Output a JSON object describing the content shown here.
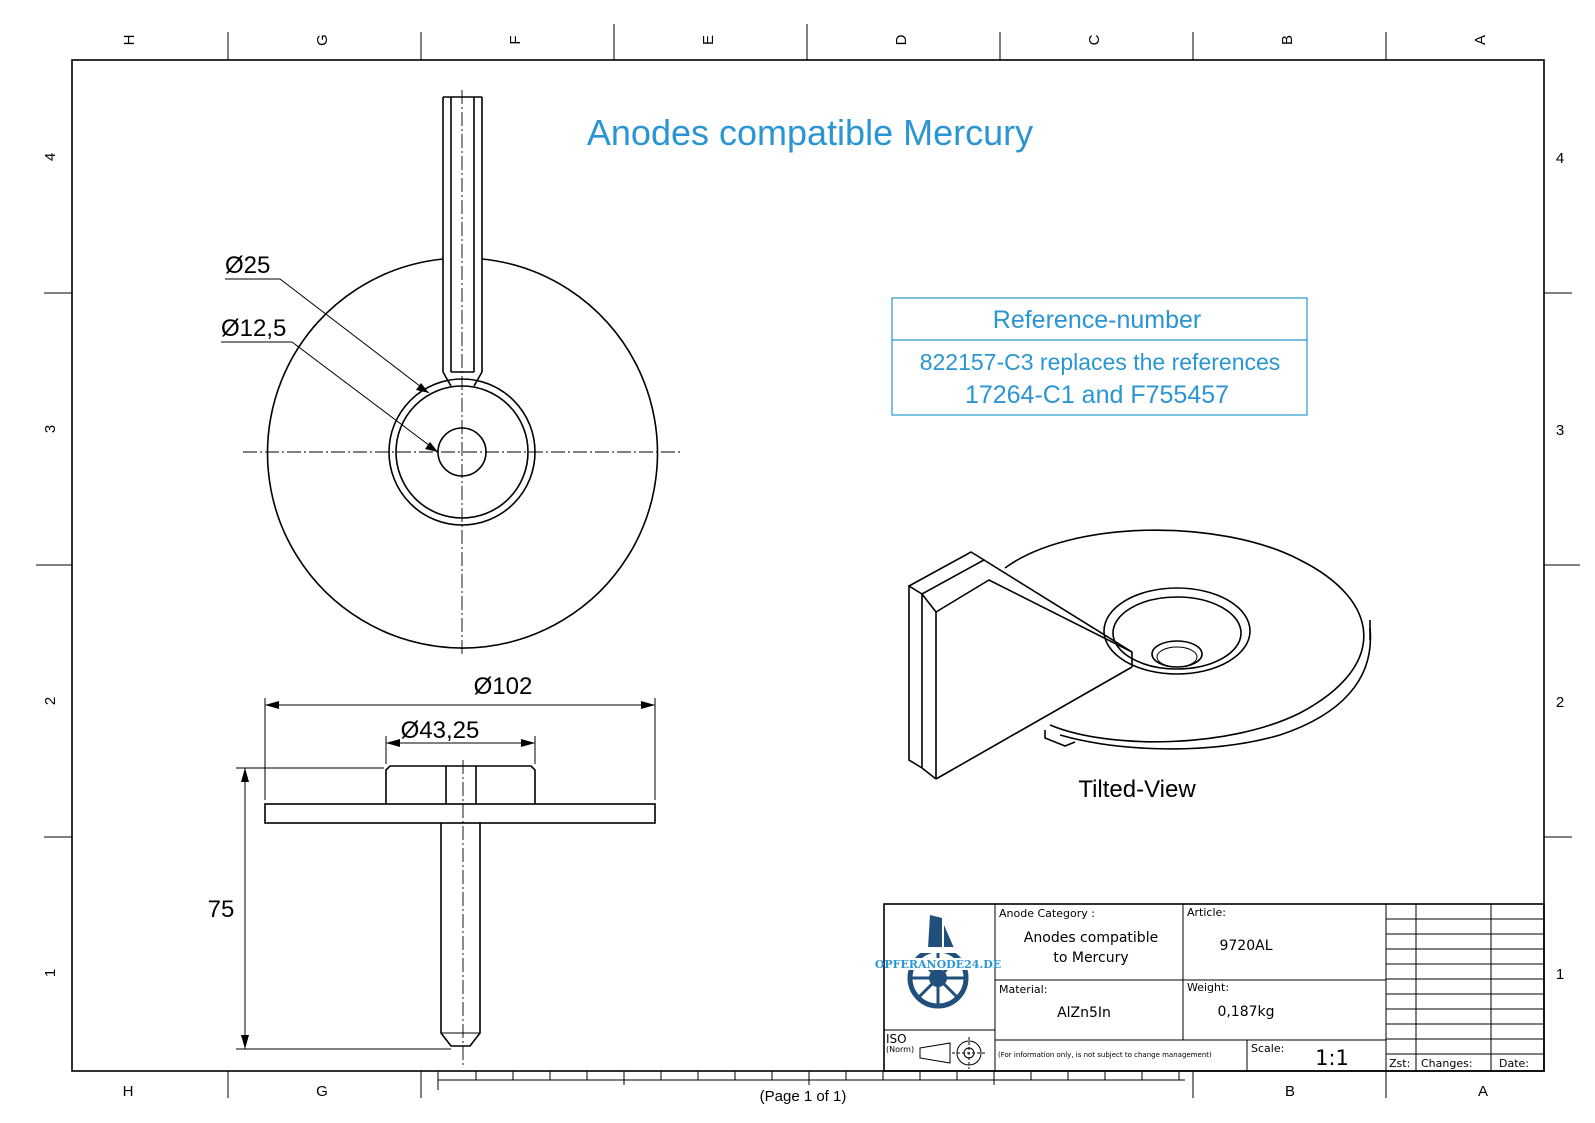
{
  "title": "Anodes compatible Mercury",
  "reference": {
    "header": "Reference-number",
    "line1": "822157-C3 replaces the references",
    "line2": "17264-C1 and F755457"
  },
  "tilted_view_label": "Tilted-View",
  "dimensions": {
    "d25": "Ø25",
    "d12_5": "Ø12,5",
    "d102": "Ø102",
    "d43_25": "Ø43,25",
    "h75": "75"
  },
  "border": {
    "columns": [
      "H",
      "G",
      "F",
      "E",
      "D",
      "C",
      "B",
      "A"
    ],
    "rows": [
      "4",
      "3",
      "2",
      "1"
    ],
    "page_label": "(Page 1 of 1)"
  },
  "title_block": {
    "logo_text": "OPFERANODE24.DE",
    "category_label": "Anode Category :",
    "category_line1": "Anodes compatible",
    "category_line2": "to Mercury",
    "article_label": "Article:",
    "article_value": "9720AL",
    "material_label": "Material:",
    "material_value": "AlZn5In",
    "weight_label": "Weight:",
    "weight_value": "0,187kg",
    "iso_label": "ISO",
    "norm_label": "(Norm)",
    "info_note": "(For information only, is not subject to change management)",
    "scale_label": "Scale:",
    "scale_value": "1:1",
    "zst_label": "Zst:",
    "changes_label": "Changes:",
    "date_label": "Date:"
  },
  "colors": {
    "accent": "#2a95d3",
    "logo_dark": "#1f4f7a"
  }
}
